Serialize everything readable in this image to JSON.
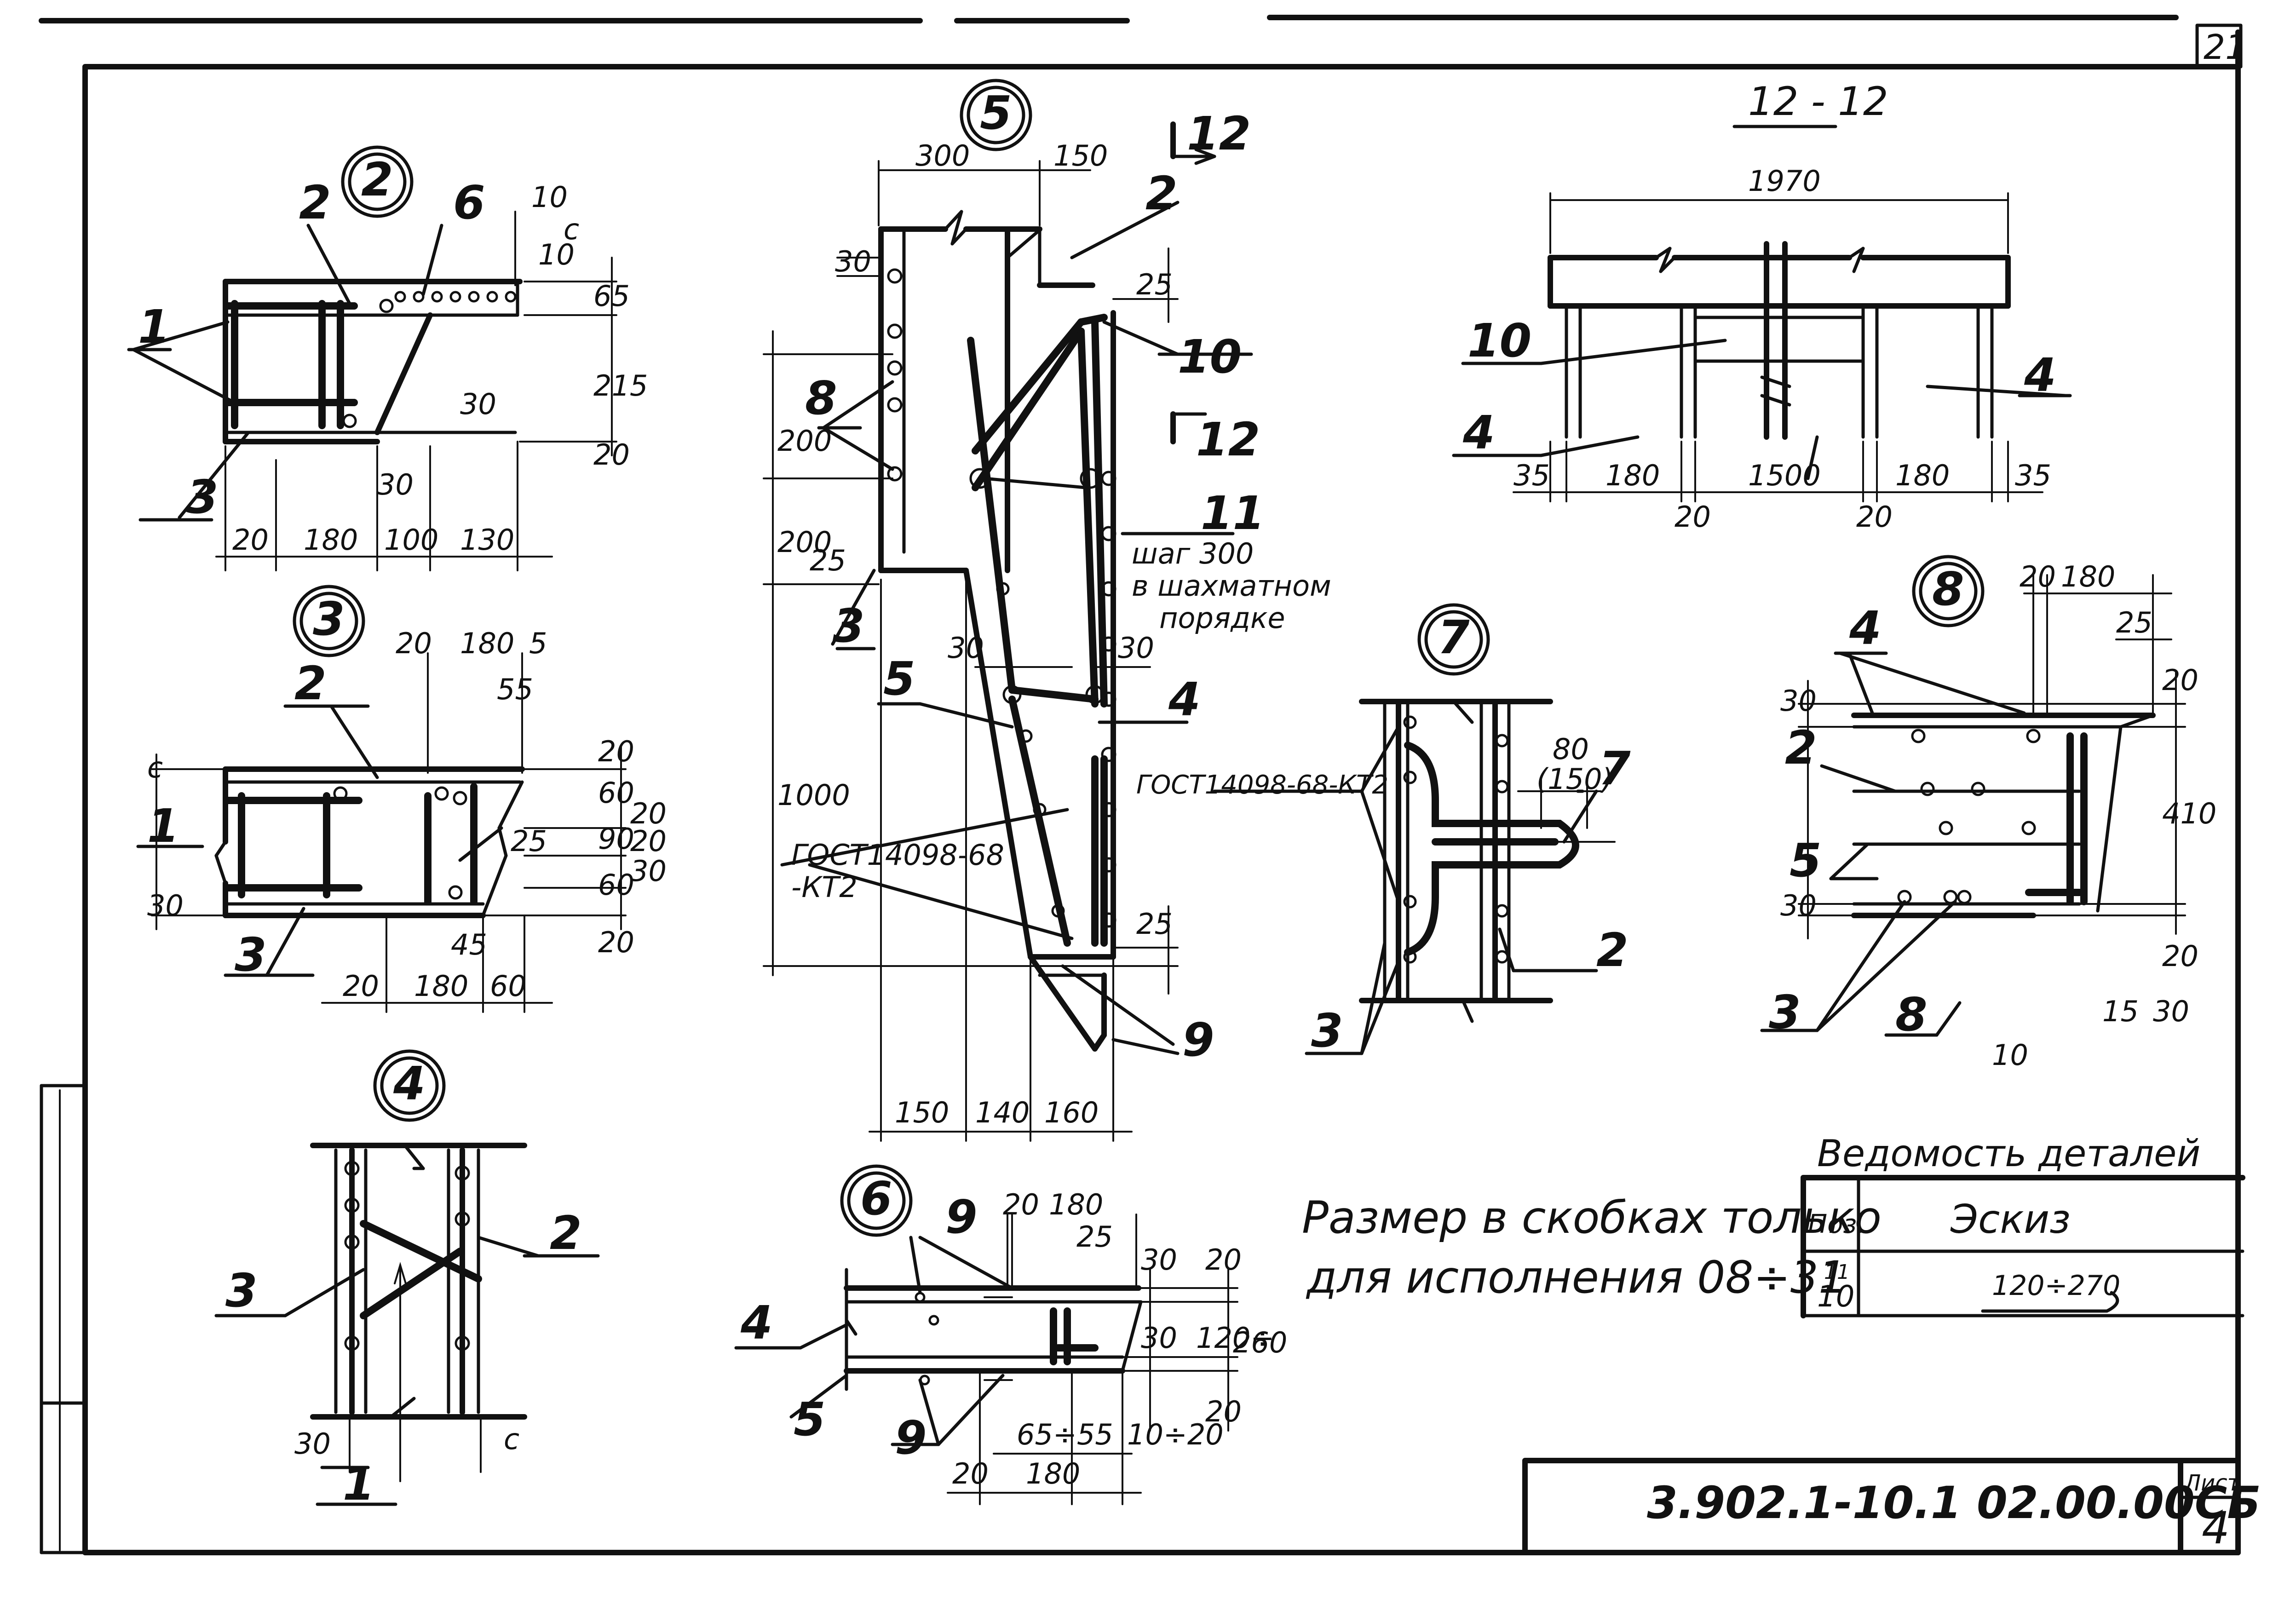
{
  "sheet": {
    "corner_number": "21",
    "drawing_code": "3.902.1-10.1 02.00.00СБ",
    "sheet_label": "Лист",
    "sheet_number": "4"
  },
  "note": {
    "line1": "Размер в скобках только",
    "line2": "для исполнения 08÷31"
  },
  "parts_table": {
    "title": "Ведомость деталей",
    "col_pos": "Поз.",
    "col_sketch": "Эскиз",
    "row_pos_top": "11",
    "row_pos": "10",
    "row_sketch": "120÷270"
  },
  "node2": {
    "title": "2",
    "labels": {
      "p1": "1",
      "p2": "2",
      "p3": "3",
      "p6": "6"
    },
    "dims": {
      "d10a": "10",
      "dc": "c",
      "d10b": "10",
      "d65": "65",
      "d215": "215",
      "d20r": "20",
      "d30a": "30",
      "d30b": "30",
      "d20": "20",
      "d180": "180",
      "d100": "100",
      "d130": "130"
    }
  },
  "node3": {
    "title": "3",
    "labels": {
      "p1": "1",
      "p2": "2",
      "p3": "3"
    },
    "dims": {
      "d20t": "20",
      "d180t": "180",
      "d5": "5",
      "d55": "55",
      "dc": "c",
      "d30l": "30",
      "d20a": "20",
      "d60a": "60",
      "d20b": "20",
      "d90": "90",
      "d20c": "20",
      "d30r": "30",
      "d60b": "60",
      "d20d": "20",
      "d25": "25",
      "d45": "45",
      "d20": "20",
      "d180": "180",
      "d60": "60"
    }
  },
  "node4": {
    "title": "4",
    "labels": {
      "p1": "1",
      "p2": "2",
      "p3": "3"
    },
    "dims": {
      "d30": "30",
      "dc": "c"
    }
  },
  "node5": {
    "title": "5",
    "labels": {
      "p2": "2",
      "p3": "3",
      "p4": "4",
      "p5": "5",
      "p8": "8",
      "p9": "9",
      "p10": "10",
      "p11": "11"
    },
    "dims": {
      "d300": "300",
      "d150t": "150",
      "d30a": "30",
      "d25a": "25",
      "d200a": "200",
      "d200b": "200",
      "d25b": "25",
      "d30b": "30",
      "d30c": "30",
      "d1000": "1000",
      "d25c": "25",
      "d150": "150",
      "d140": "140",
      "d160": "160"
    },
    "section_mark": "12",
    "step_note": [
      "шаг 300",
      "в шахматном",
      "порядке"
    ],
    "weld_gost": [
      "ГОСТ14098-68",
      "-КТ2"
    ]
  },
  "node6": {
    "title": "6",
    "labels": {
      "p4": "4",
      "p5": "5",
      "p9a": "9",
      "p9b": "9"
    },
    "dims": {
      "d20t": "20",
      "d180t": "180",
      "d25": "25",
      "d30a": "30",
      "d20a": "20",
      "d30b": "30",
      "d120": "120÷",
      "d260": "260",
      "d20b": "20",
      "d65": "65÷55",
      "d10": "10÷20",
      "d20": "20",
      "d180": "180"
    }
  },
  "node7": {
    "title": "7",
    "labels": {
      "p2": "2",
      "p3": "3",
      "p7": "7"
    },
    "dims": {
      "d80": "80",
      "d150": "(150)"
    },
    "weld_gost": "ГОСТ14098-68-КТ2"
  },
  "node8": {
    "title": "8",
    "labels": {
      "p2": "2",
      "p3": "3",
      "p4": "4",
      "p5": "5",
      "p8": "8"
    },
    "dims": {
      "d20t": "20",
      "d180t": "180",
      "d25": "25",
      "d20a": "20",
      "d30a": "30",
      "d410": "410",
      "d30b": "30",
      "d20b": "20",
      "d15": "15",
      "d30c": "30",
      "d10": "10"
    }
  },
  "section1212": {
    "title": "12 - 12",
    "labels": {
      "p4a": "4",
      "p4b": "4",
      "p10": "10"
    },
    "dims": {
      "d1970": "1970",
      "d35a": "35",
      "d180a": "180",
      "d20a": "20",
      "d1500": "1500",
      "d20b": "20",
      "d180b": "180",
      "d35b": "35"
    }
  }
}
